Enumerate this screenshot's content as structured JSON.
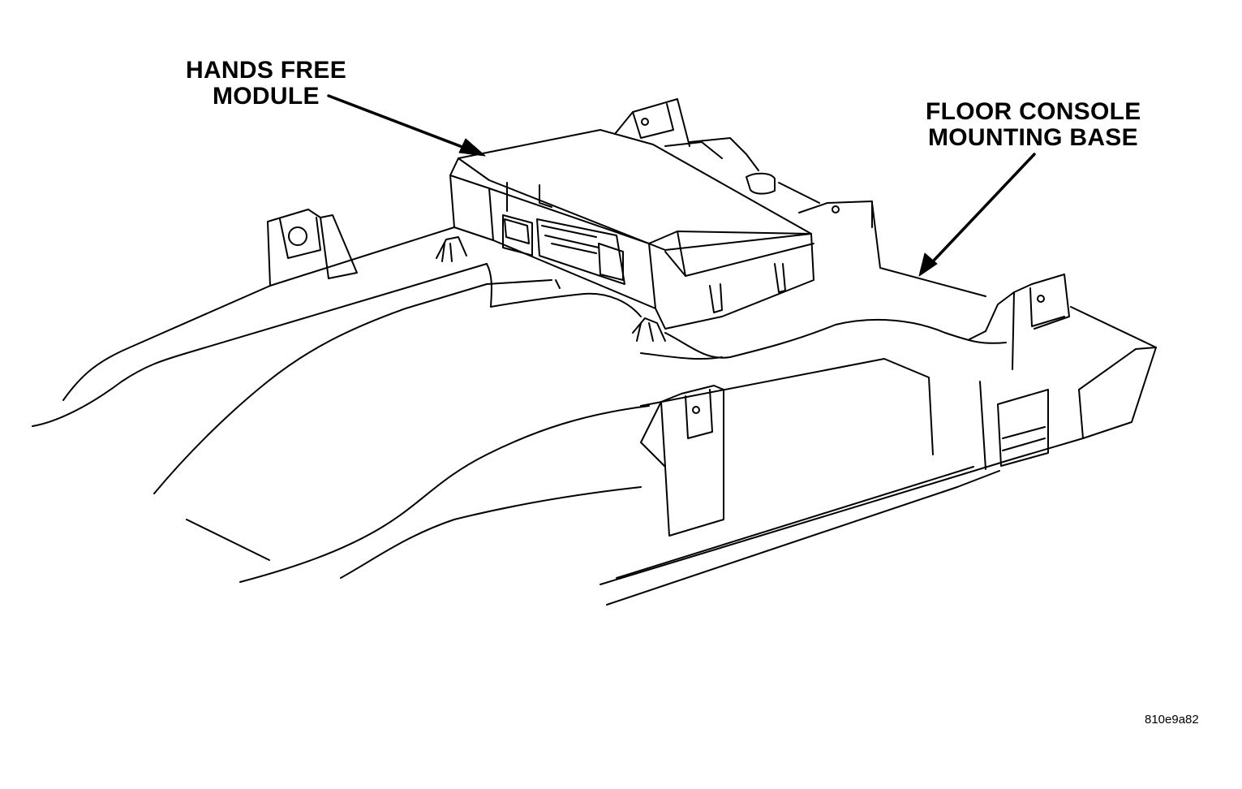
{
  "labels": {
    "hands_free_module": [
      "HANDS FREE",
      "MODULE"
    ],
    "floor_console_mounting_base": [
      "FLOOR CONSOLE",
      "MOUNTING BASE"
    ]
  },
  "figure_code": "810e9a82",
  "colors": {
    "ink": "#000000",
    "background": "#ffffff"
  }
}
